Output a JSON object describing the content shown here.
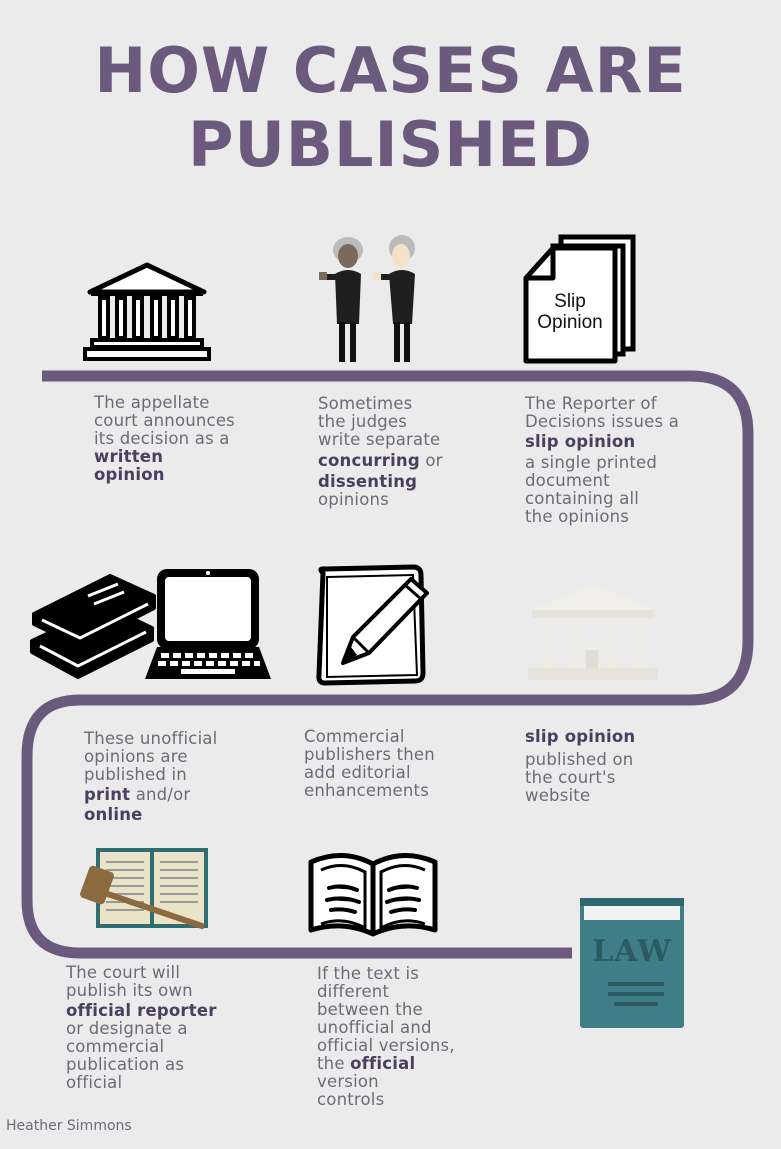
{
  "title": {
    "line1": "HOW CASES ARE",
    "line2": "PUBLISHED"
  },
  "steps": {
    "s1": {
      "l1": "The appellate",
      "l2": "court announces",
      "l3": "its decision as a",
      "b1": "written",
      "b2": "opinion"
    },
    "s2": {
      "l1": "Sometimes",
      "l2": "the judges",
      "l3": "write separate",
      "b1": "concurring",
      "t1": " or",
      "b2": "dissenting",
      "l4": "opinions"
    },
    "s3": {
      "l1": "The Reporter of",
      "l2": "Decisions issues a",
      "b1": "slip opinion",
      "l3": "a single printed",
      "l4": "document",
      "l5": "containing all",
      "l6": "the opinions"
    },
    "s4": {
      "b1": "slip opinion",
      "l1": "published on",
      "l2": "the court's",
      "l3": "website"
    },
    "s5": {
      "l1": "Commercial",
      "l2": "publishers then",
      "l3": "add editorial",
      "l4": "enhancements"
    },
    "s6": {
      "l1": "These unofficial",
      "l2": "opinions are",
      "l3": "published in",
      "b1": "print",
      "t1": " and/or",
      "b2": "online"
    },
    "s7": {
      "l1": "The court will",
      "l2": "publish its own",
      "b1": "official reporter",
      "l3": "or designate a",
      "l4": "commercial",
      "l5": "publication as",
      "l6": "official"
    },
    "s8": {
      "l1": "If the text is",
      "l2": "different",
      "l3": "between the",
      "l4": "unofficial and",
      "l5": "official versions,",
      "t1": "the ",
      "b1": "official",
      "l6": "version",
      "l7": "controls"
    }
  },
  "slip_doc": {
    "line1": "Slip",
    "line2": "Opinion"
  },
  "law_book": {
    "label": "LAW"
  },
  "credit": "Heather Simmons",
  "colors": {
    "path": "#6b5a7e",
    "title": "#6b5a7e",
    "background": "#ebebeb",
    "law_book": "#3f7e86"
  },
  "icons": [
    "courthouse-icon",
    "judges-icon",
    "slip-opinion-doc-icon",
    "faded-courthouse-icon",
    "edit-pencil-icon",
    "books-icon",
    "laptop-icon",
    "gavel-book-icon",
    "open-book-icon",
    "law-book-icon"
  ]
}
